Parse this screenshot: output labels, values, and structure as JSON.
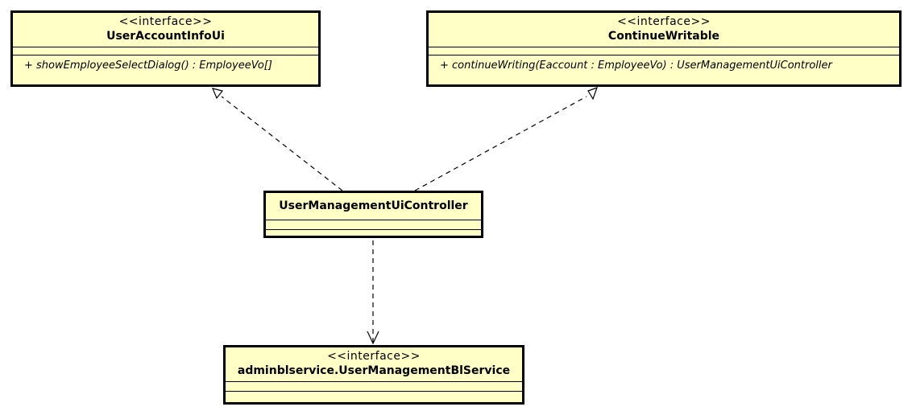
{
  "classes": {
    "user_account_info_ui": {
      "stereotype": "<<interface>>",
      "name": "UserAccountInfoUi",
      "operations": [
        "+ showEmployeeSelectDialog() : EmployeeVo[]"
      ]
    },
    "continue_writable": {
      "stereotype": "<<interface>>",
      "name": "ContinueWritable",
      "operations": [
        "+ continueWriting(Eaccount : EmployeeVo) : UserManagementUiController"
      ]
    },
    "user_management_ui_controller": {
      "name": "UserManagementUiController"
    },
    "user_management_bl_service": {
      "stereotype": "<<interface>>",
      "name": "adminblservice.UserManagementBlService"
    }
  },
  "relations": [
    {
      "from": "UserManagementUiController",
      "to": "UserAccountInfoUi",
      "kind": "realization"
    },
    {
      "from": "UserManagementUiController",
      "to": "ContinueWritable",
      "kind": "realization"
    },
    {
      "from": "UserManagementUiController",
      "to": "adminblservice.UserManagementBlService",
      "kind": "dependency"
    }
  ],
  "colors": {
    "class_fill": "#ffffc6",
    "line": "#000000"
  }
}
